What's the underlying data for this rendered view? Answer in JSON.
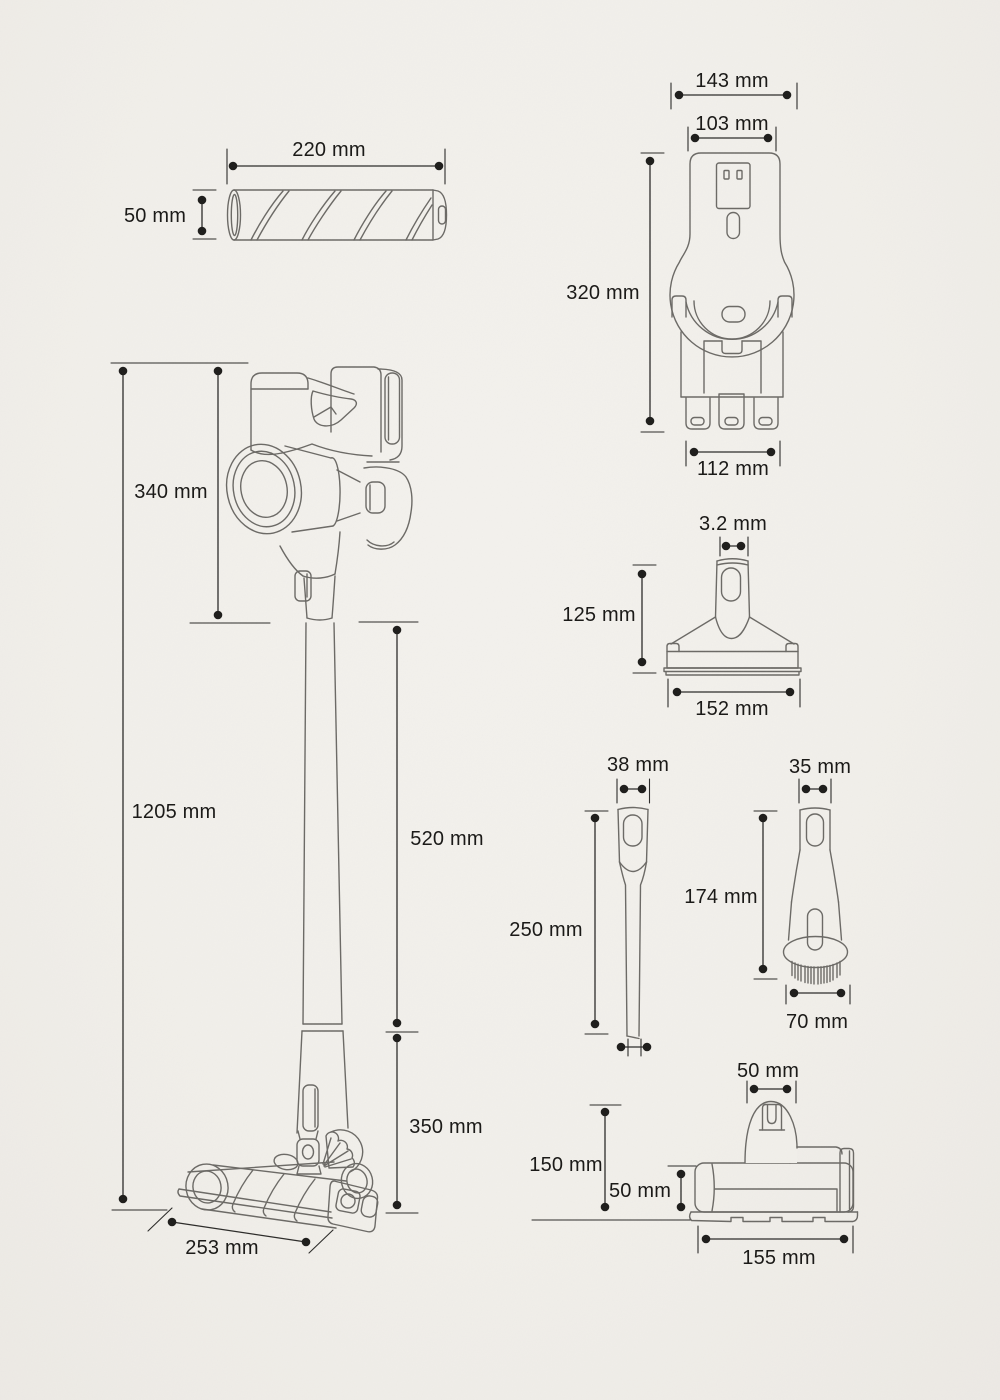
{
  "page": {
    "background_color": "#f1efea",
    "product_line_color": "#6b6965",
    "dimension_line_color": "#2b2a28",
    "text_color": "#1b1a18"
  },
  "labels": {
    "roller_width": "220 mm",
    "roller_diameter": "50 mm",
    "dock_outer_width": "143 mm",
    "dock_inner_width": "103 mm",
    "dock_height": "320 mm",
    "dock_base_width": "112 mm",
    "vacuum_hand_unit_height": "340 mm",
    "vacuum_total_height": "1205 mm",
    "vacuum_wand_length": "520 mm",
    "vacuum_head_height": "350 mm",
    "vacuum_head_width": "253 mm",
    "nozzle_slot_width": "3.2 mm",
    "nozzle_height": "125 mm",
    "nozzle_base_width": "152 mm",
    "crevice_top_width": "38 mm",
    "crevice_length": "250 mm",
    "brush_top_width": "35 mm",
    "brush_length": "174 mm",
    "brush_head_width": "70 mm",
    "mini_neck_width": "50 mm",
    "mini_height": "150 mm",
    "mini_roller_height": "50 mm",
    "mini_base_width": "155 mm"
  }
}
